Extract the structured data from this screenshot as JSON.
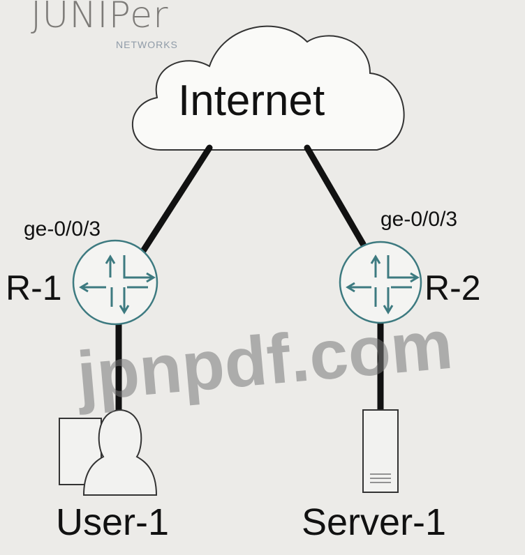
{
  "logo": {
    "brand": "JUNIPer",
    "sub": "NETWORKS"
  },
  "cloud": {
    "label": "Internet"
  },
  "routers": [
    {
      "name": "R-1",
      "interface": "ge-0/0/3"
    },
    {
      "name": "R-2",
      "interface": "ge-0/0/3"
    }
  ],
  "endpoints": {
    "user": "User-1",
    "server": "Server-1"
  },
  "watermark": "jpnpdf.com",
  "colors": {
    "router": "#3d7a80",
    "link": "#111111"
  }
}
